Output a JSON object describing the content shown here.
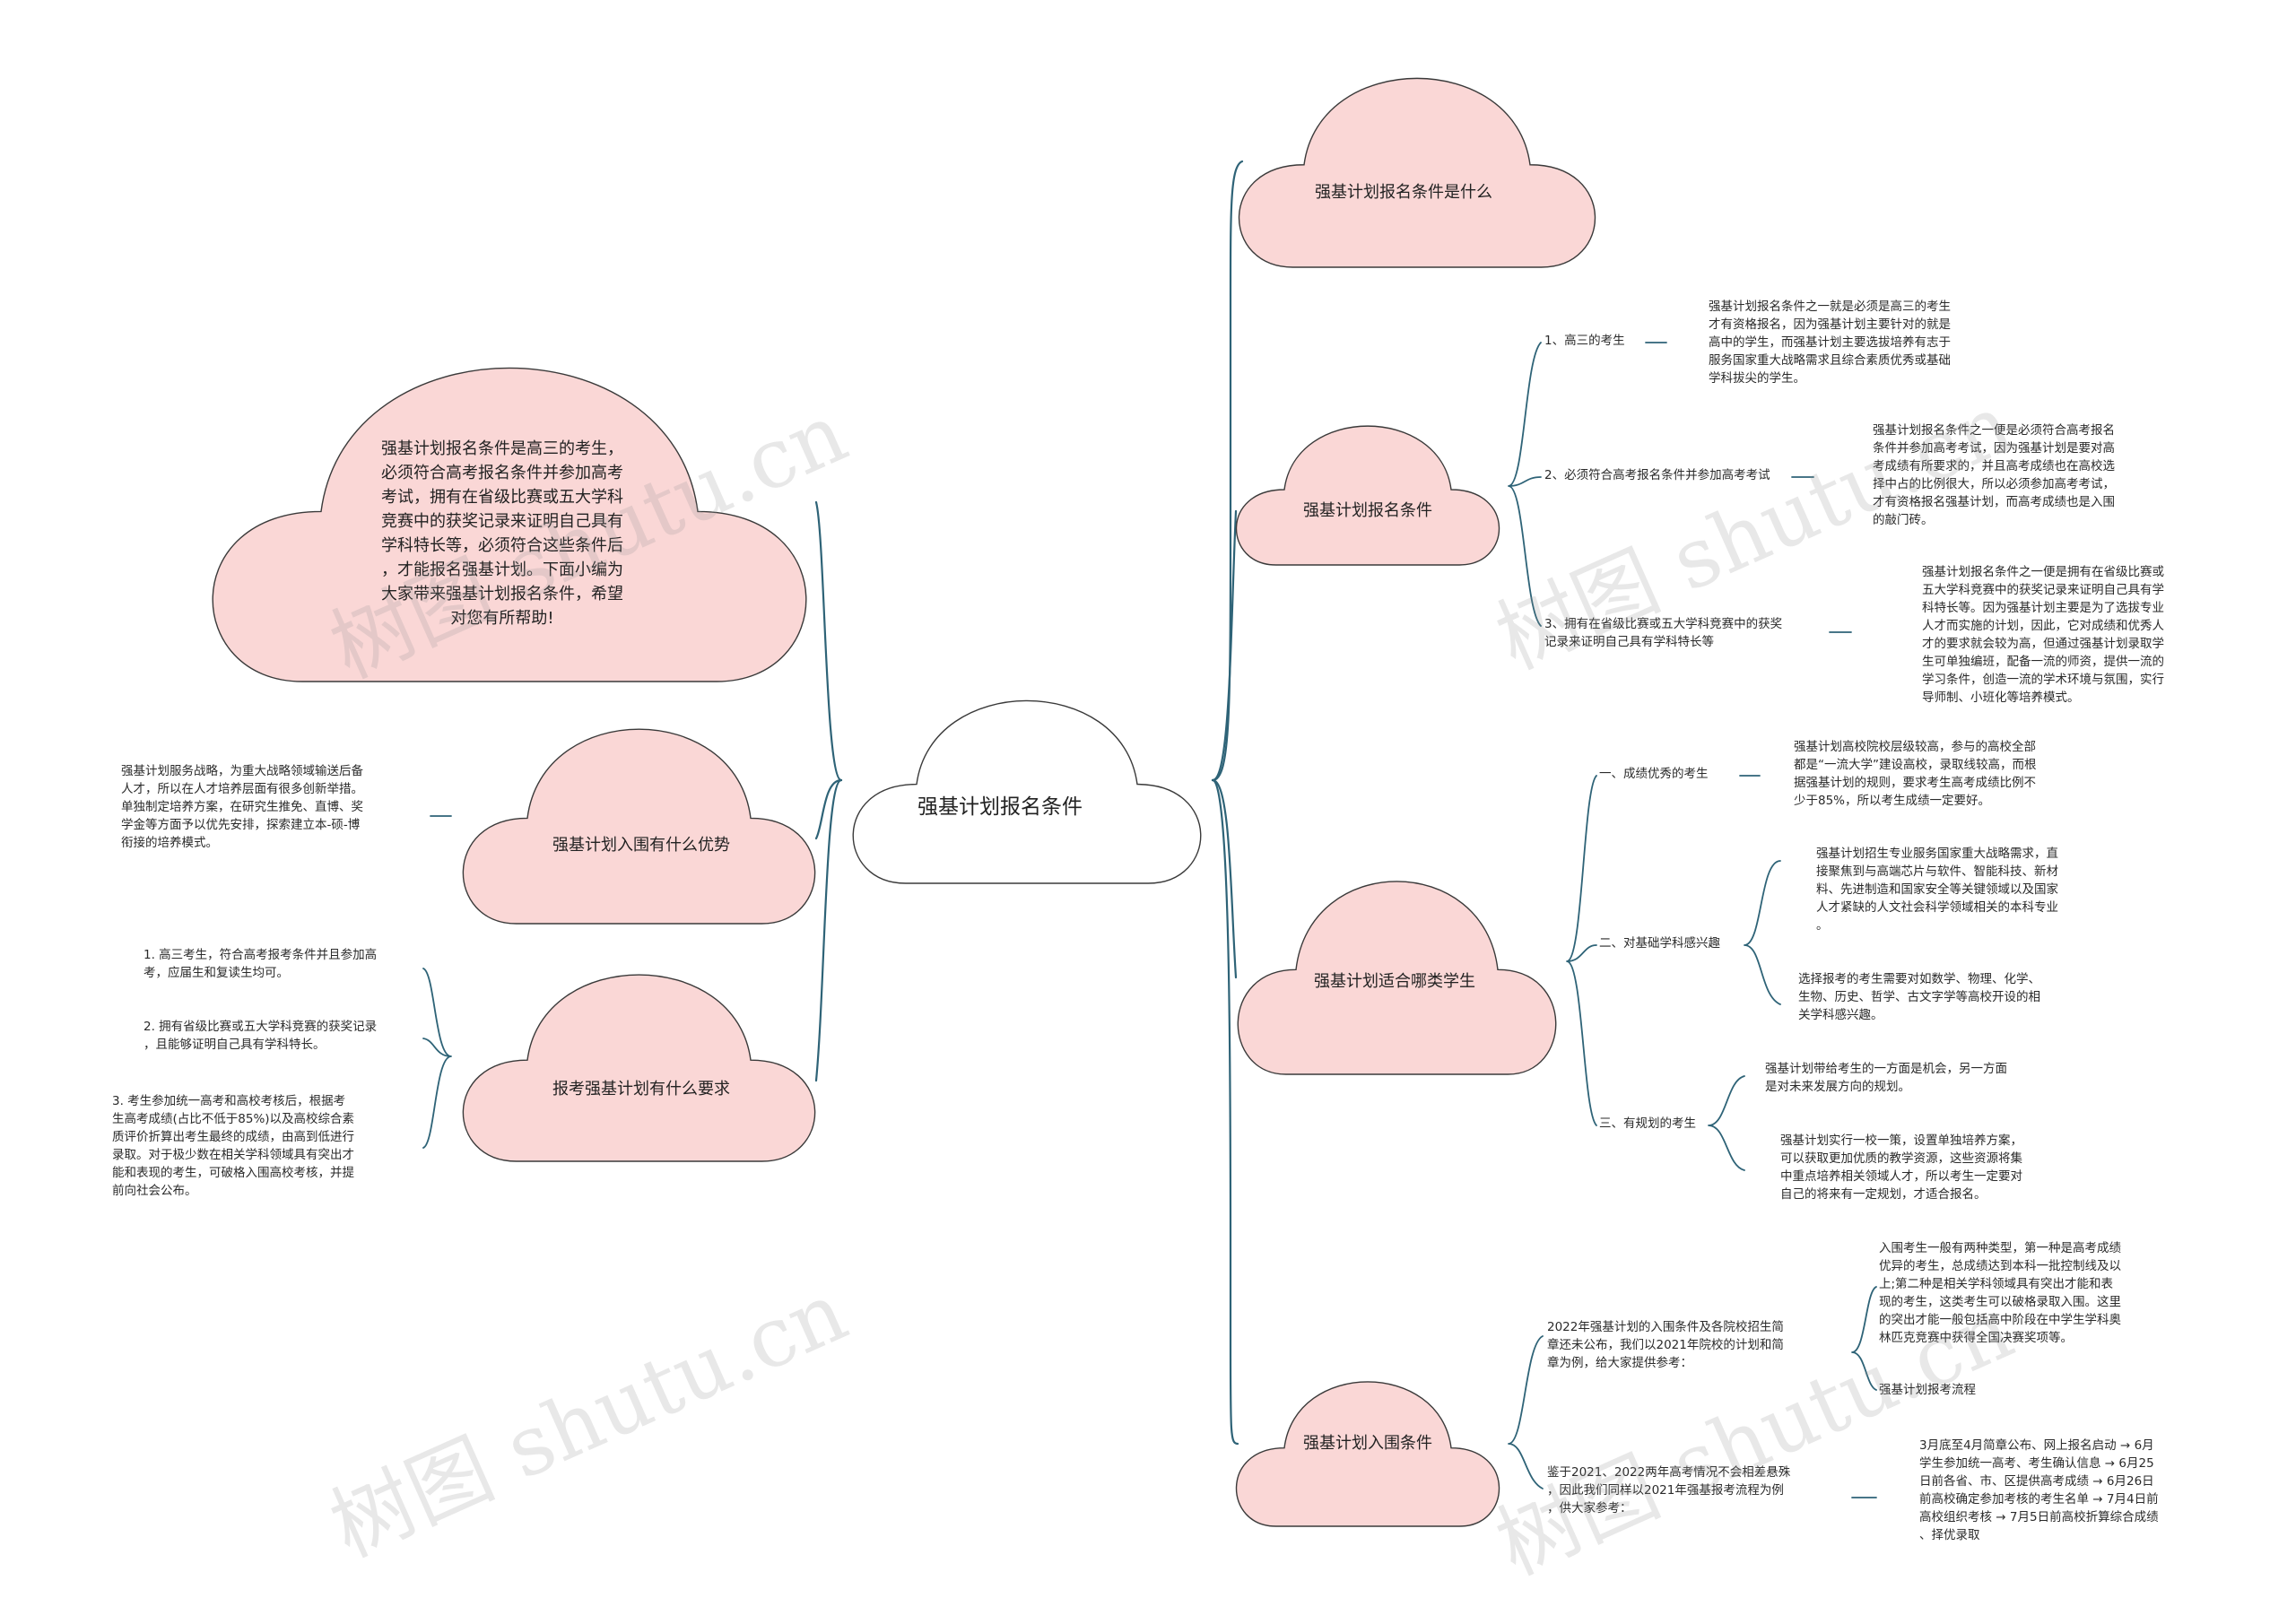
{
  "root": {
    "label": "强基计划报名条件"
  },
  "right": {
    "what": {
      "label": "强基计划报名条件是什么"
    },
    "conditions": {
      "label": "强基计划报名条件",
      "items": [
        {
          "label": "1、高三的考生",
          "detail": "强基计划报名条件之一就是必须是高三的考生\n才有资格报名，因为强基计划主要针对的就是\n高中的学生，而强基计划主要选拔培养有志于\n服务国家重大战略需求且综合素质优秀或基础\n学科拔尖的学生。"
        },
        {
          "label": "2、必须符合高考报名条件并参加高考考试",
          "detail": "强基计划报名条件之一便是必须符合高考报名\n条件并参加高考考试，因为强基计划是要对高\n考成绩有所要求的，并且高考成绩也在高校选\n择中占的比例很大，所以必须参加高考考试，\n才有资格报名强基计划，而高考成绩也是入围\n的敲门砖。"
        },
        {
          "label": "3、拥有在省级比赛或五大学科竞赛中的获奖\n记录来证明自己具有学科特长等",
          "detail": "强基计划报名条件之一便是拥有在省级比赛或\n五大学科竞赛中的获奖记录来证明自己具有学\n科特长等。因为强基计划主要是为了选拔专业\n人才而实施的计划，因此，它对成绩和优秀人\n才的要求就会较为高，但通过强基计划录取学\n生可单独编班，配备一流的师资，提供一流的\n学习条件，创造一流的学术环境与氛围，实行\n导师制、小班化等培养模式。"
        }
      ]
    },
    "suitable": {
      "label": "强基计划适合哪类学生",
      "items": [
        {
          "label": "一、成绩优秀的考生",
          "details": [
            "强基计划高校院校层级较高，参与的高校全部\n都是“一流大学”建设高校，录取线较高，而根\n据强基计划的规则，要求考生高考成绩比例不\n少于85%，所以考生成绩一定要好。"
          ]
        },
        {
          "label": "二、对基础学科感兴趣",
          "details": [
            "强基计划招生专业服务国家重大战略需求，直\n接聚焦到与高端芯片与软件、智能科技、新材\n料、先进制造和国家安全等关键领域以及国家\n人才紧缺的人文社会科学领域相关的本科专业\n。",
            "选择报考的考生需要对如数学、物理、化学、\n生物、历史、哲学、古文字学等高校开设的相\n关学科感兴趣。"
          ]
        },
        {
          "label": "三、有规划的考生",
          "details": [
            "强基计划带给考生的一方面是机会，另一方面\n是对未来发展方向的规划。",
            "强基计划实行一校一策，设置单独培养方案，\n可以获取更加优质的教学资源，这些资源将集\n中重点培养相关领域人才，所以考生一定要对\n自己的将来有一定规划，才适合报名。"
          ]
        }
      ]
    },
    "shortlist": {
      "label": "强基计划入围条件",
      "items": [
        {
          "label": "2022年强基计划的入围条件及各院校招生简\n章还未公布，我们以2021年院校的计划和简\n章为例，给大家提供参考：",
          "details": [
            "入围考生一般有两种类型，第一种是高考成绩\n优异的考生，总成绩达到本科一批控制线及以\n上;第二种是相关学科领域具有突出才能和表\n现的考生，这类考生可以破格录取入围。这里\n的突出才能一般包括高中阶段在中学生学科奥\n林匹克竞赛中获得全国决赛奖项等。",
            "强基计划报考流程"
          ]
        },
        {
          "label": "鉴于2021、2022两年高考情况不会相差悬殊\n，因此我们同样以2021年强基报考流程为例\n，供大家参考：",
          "details": [
            "3月底至4月简章公布、网上报名启动 → 6月\n学生参加统一高考、考生确认信息 → 6月25\n日前各省、市、区提供高考成绩 → 6月26日\n前高校确定参加考核的考生名单 → 7月4日前\n高校组织考核 → 7月5日前高校折算综合成绩\n、择优录取"
          ]
        }
      ]
    }
  },
  "left": {
    "intro": {
      "label": "强基计划报名条件是高三的考生，\n必须符合高考报名条件并参加高考\n考试，拥有在省级比赛或五大学科\n竞赛中的获奖记录来证明自己具有\n学科特长等，必须符合这些条件后\n，才能报名强基计划。下面小编为\n大家带来强基计划报名条件，希望\n对您有所帮助!"
    },
    "advantage": {
      "label": "强基计划入围有什么优势",
      "detail": "强基计划服务战略，为重大战略领域输送后备\n人才，所以在人才培养层面有很多创新举措。\n单独制定培养方案，在研究生推免、直博、奖\n学金等方面予以优先安排，探索建立本-硕-博\n衔接的培养模式。"
    },
    "requirements": {
      "label": "报考强基计划有什么要求",
      "items": [
        "1. 高三考生，符合高考报考条件并且参加高\n考，应届生和复读生均可。",
        "2. 拥有省级比赛或五大学科竞赛的获奖记录\n，且能够证明自己具有学科特长。",
        "3. 考生参加统一高考和高校考核后，根据考\n生高考成绩(占比不低于85%)以及高校综合素\n质评价折算出考生最终的成绩，由高到低进行\n录取。对于极少数在相关学科领域具有突出才\n能和表现的考生，可破格入围高校考核，并提\n前向社会公布。"
      ]
    }
  },
  "watermark": "树图 shutu.cn",
  "colors": {
    "cloud_fill": "#fad7d6",
    "root_fill": "#ffffff",
    "cloud_stroke": "#3a3a3a",
    "line": "#2e6377"
  }
}
